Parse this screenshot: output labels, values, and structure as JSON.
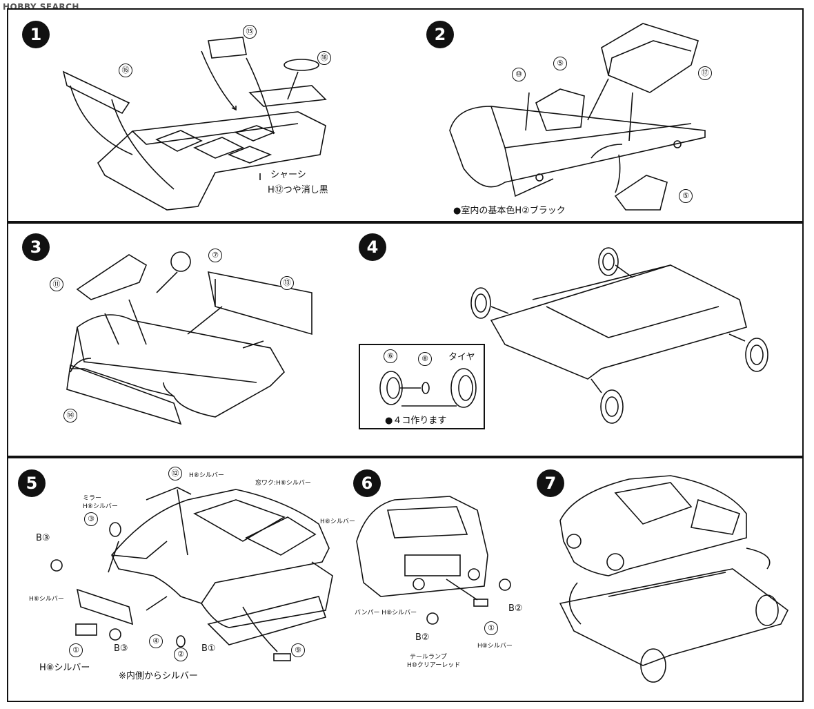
{
  "watermark": "HOBBY SEARCH",
  "steps": [
    {
      "number": "1",
      "parts": [
        "⑮",
        "⑯",
        "⑱"
      ],
      "labels": [
        "シャーシ",
        "H⑫つや消し黒"
      ]
    },
    {
      "number": "2",
      "parts": [
        "⑩",
        "⑤",
        "⑰",
        "⑤"
      ],
      "labels": [
        "●室内の基本色H②ブラック"
      ]
    },
    {
      "number": "3",
      "parts": [
        "⑦",
        "⑪",
        "⑬",
        "⑭"
      ],
      "labels": []
    },
    {
      "number": "4",
      "parts": [
        "⑥",
        "⑧"
      ],
      "labels": [
        "タイヤ",
        "●４コ作ります"
      ]
    },
    {
      "number": "5",
      "parts": [
        "⑫",
        "③",
        "①",
        "④",
        "②",
        "⑨"
      ],
      "labels": [
        "H⑧シルバー",
        "窓ワク:H⑧シルバー",
        "ミラー",
        "H⑧シルバー",
        "B③",
        "H⑧シルバー",
        "H⑧シルバー",
        "B③",
        "H⑧シルバー",
        "※内側からシルバー",
        "B①"
      ]
    },
    {
      "number": "6",
      "parts": [
        "①"
      ],
      "labels": [
        "バンパー H⑧シルバー",
        "B②",
        "B②",
        "テールランプ",
        "H⑩クリアーレッド",
        "H⑧シルバー"
      ]
    },
    {
      "number": "7",
      "parts": [],
      "labels": []
    }
  ]
}
